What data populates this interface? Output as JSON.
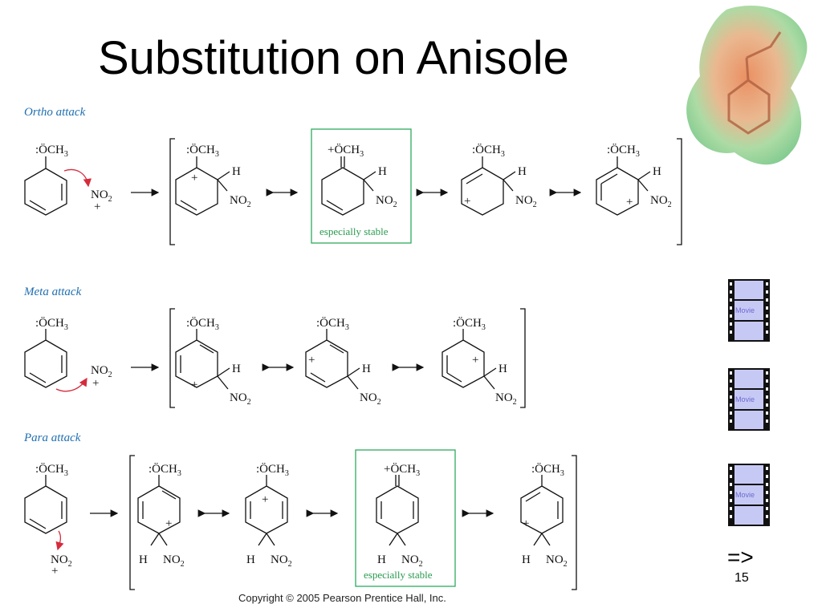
{
  "slide": {
    "title": "Substitution on Anisole",
    "copyright": "Copyright © 2005 Pearson Prentice Hall, Inc.",
    "page_number": "15",
    "next_label": "=>"
  },
  "sections": {
    "ortho": "Ortho attack",
    "meta": "Meta attack",
    "para": "Para attack"
  },
  "labels": {
    "och3_lone": ":ÖCH",
    "och3_plus": "+ÖCH",
    "sub3": "3",
    "no2": "NO",
    "sub2": "2",
    "h": "H",
    "plus": "+",
    "especially_stable": "especially stable"
  },
  "movies": [
    {
      "label": "Movie"
    },
    {
      "label": "Movie"
    },
    {
      "label": "Movie"
    }
  ],
  "colors": {
    "section_blue": "#1f6fb2",
    "box_green": "#2eaa5e",
    "curved_arrow_red": "#d62b3c",
    "movie_fill": "#c7c9f5"
  }
}
